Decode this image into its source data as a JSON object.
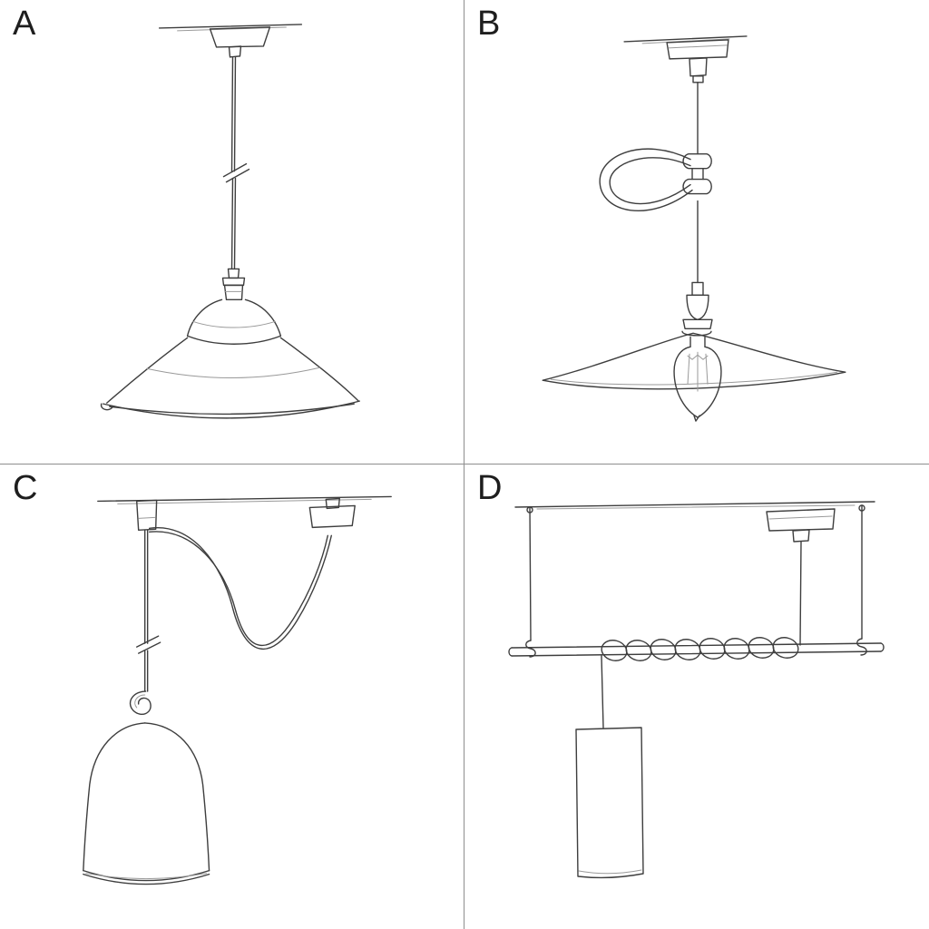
{
  "figure": {
    "panels": [
      {
        "label": "A",
        "illustration": "industrial-barn-shade-pendant"
      },
      {
        "label": "B",
        "illustration": "saucer-shade-pendant-with-edison-bulb-and-cable-loop"
      },
      {
        "label": "C",
        "illustration": "swag-pendant-with-bell-cloche-shade"
      },
      {
        "label": "D",
        "illustration": "suspended-bar-with-wrapped-cable-and-tube-pendant"
      }
    ]
  }
}
